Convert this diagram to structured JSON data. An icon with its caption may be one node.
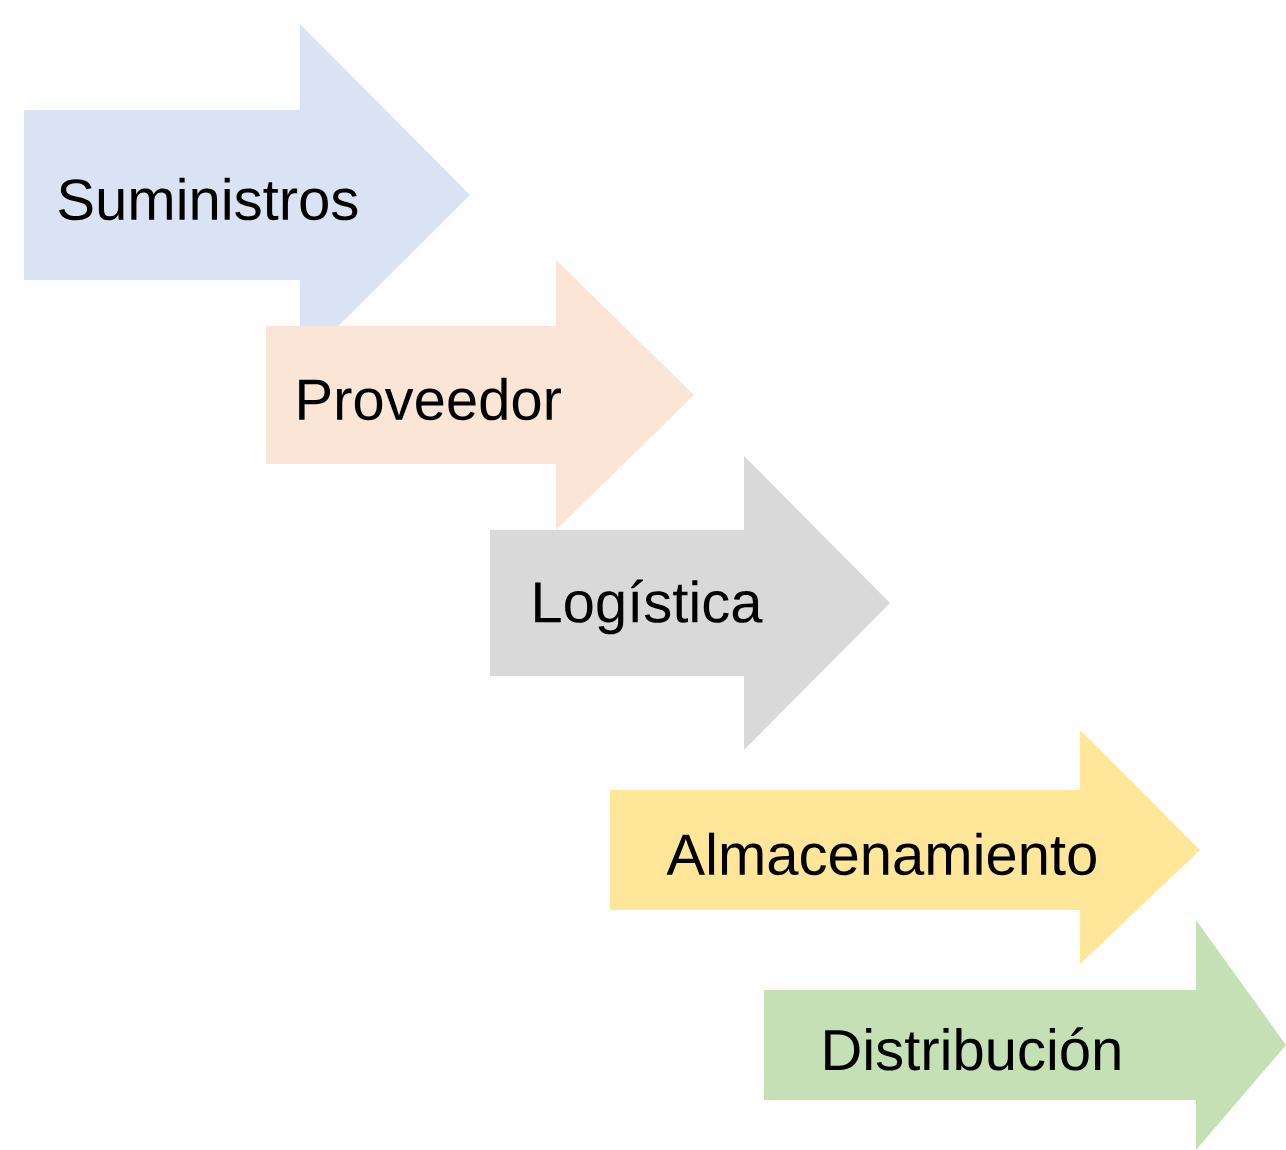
{
  "diagram": {
    "nodes": [
      {
        "text": [
          "Suministros"
        ]
      },
      {
        "text": [
          "Proveedor"
        ]
      },
      {
        "text": [
          "Logística"
        ]
      },
      {
        "text": [
          "Almacenamiento"
        ]
      },
      {
        "text": [
          "Distribución"
        ]
      }
    ]
  }
}
